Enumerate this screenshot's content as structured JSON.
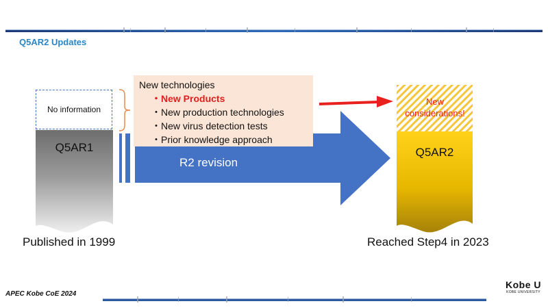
{
  "slide_title": "Q5AR2 Updates",
  "left_doc": {
    "placeholder": "No information",
    "label": "Q5AR1",
    "caption": "Published in 1999"
  },
  "right_doc": {
    "note": "New\nconsiderations!",
    "label": "Q5AR2",
    "caption": "Reached Step4 in 2023"
  },
  "callout": {
    "heading": "New technologies",
    "items": [
      "・New Products",
      "・New production technologies",
      "・New virus detection tests",
      "・Prior knowledge approach"
    ]
  },
  "arrow_label": "R2 revision",
  "footer": {
    "left": "APEC Kobe CoE 2024",
    "logo_main": "Kobe U",
    "logo_sub": "KOBE UNIVERSITY"
  },
  "colors": {
    "title": "#2a86c4",
    "arrow_blue": "#4472c4",
    "highlight_red": "#e0201e",
    "callout_bg": "#fbe5d6",
    "gold": "#f2c200"
  }
}
